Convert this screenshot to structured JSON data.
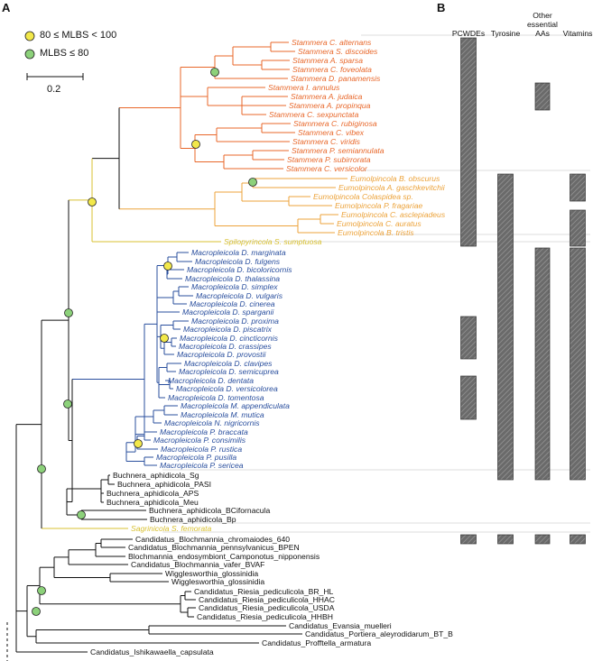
{
  "panels": {
    "a": "A",
    "b": "B"
  },
  "legend": {
    "yellow_label": "80 ≤ MLBS < 100",
    "green_label": "MLBS ≤ 80",
    "scale_label": "0.2"
  },
  "colors": {
    "stammera": "#e8672a",
    "eumolpincola": "#eca33b",
    "spilopyrincola": "#d8c030",
    "macropleicola": "#2a4f9e",
    "other": "#111111",
    "yellow_node": "#f2e84a",
    "green_node": "#8cd17a",
    "bar_fill": "#6a6a6a"
  },
  "columns": [
    {
      "label": "PCWDEs"
    },
    {
      "label": "Tyrosine"
    },
    {
      "label": "Other\nessential\nAAs"
    },
    {
      "label": "Vitamins"
    }
  ],
  "taxa": [
    {
      "label": "Stammera C. alternans",
      "group": "stammera"
    },
    {
      "label": "Stammera S. discoides",
      "group": "stammera"
    },
    {
      "label": "Stammera A. sparsa",
      "group": "stammera"
    },
    {
      "label": "Stammera C. foveolata",
      "group": "stammera"
    },
    {
      "label": "Stammera D. panamensis",
      "group": "stammera"
    },
    {
      "label": "Stammera I. annulus",
      "group": "stammera"
    },
    {
      "label": "Stammera A. judaica",
      "group": "stammera"
    },
    {
      "label": "Stammera A. propinqua",
      "group": "stammera"
    },
    {
      "label": "Stammera C. sexpunctata",
      "group": "stammera"
    },
    {
      "label": "Stammera C. rubiginosa",
      "group": "stammera"
    },
    {
      "label": "Stammera C. vibex",
      "group": "stammera"
    },
    {
      "label": "Stammera C. viridis",
      "group": "stammera"
    },
    {
      "label": "Stammera P. semiannulata",
      "group": "stammera"
    },
    {
      "label": "Stammera P. subirrorata",
      "group": "stammera"
    },
    {
      "label": "Stammera C. versicolor",
      "group": "stammera"
    },
    {
      "label": "Eumolpincola B. obscurus",
      "group": "eumolpincola"
    },
    {
      "label": "Eumolpincola A. gaschkevitchii",
      "group": "eumolpincola"
    },
    {
      "label": "Eumolpincola Colaspidea sp.",
      "group": "eumolpincola"
    },
    {
      "label": "Eumolpincola P. fragariae",
      "group": "eumolpincola"
    },
    {
      "label": "Eumolpincola C. asclepiadeus",
      "group": "eumolpincola"
    },
    {
      "label": "Eumolpincola C. auratus",
      "group": "eumolpincola"
    },
    {
      "label": "Eumolpincola B. tristis",
      "group": "eumolpincola"
    },
    {
      "label": "Spilopyrincola S. sumptuosa",
      "group": "spilopyrincola"
    },
    {
      "label": "Macropleicola D. marginata",
      "group": "macropleicola"
    },
    {
      "label": "Macropleicola D. fulgens",
      "group": "macropleicola"
    },
    {
      "label": "Macropleicola D. bicoloricornis",
      "group": "macropleicola"
    },
    {
      "label": "Macropleicola D. thalassina",
      "group": "macropleicola"
    },
    {
      "label": "Macropleicola D. simplex",
      "group": "macropleicola"
    },
    {
      "label": "Macropleicola D. vulgaris",
      "group": "macropleicola"
    },
    {
      "label": "Macropleicola D. cinerea",
      "group": "macropleicola"
    },
    {
      "label": "Macropleicola D. sparganii",
      "group": "macropleicola"
    },
    {
      "label": "Macropleicola D. proxima",
      "group": "macropleicola"
    },
    {
      "label": "Macropleicola D. piscatrix",
      "group": "macropleicola"
    },
    {
      "label": "Macropleicola D. cincticornis",
      "group": "macropleicola"
    },
    {
      "label": "Macropleicola D. crassipes",
      "group": "macropleicola"
    },
    {
      "label": "Macropleicola D. provostii",
      "group": "macropleicola"
    },
    {
      "label": "Macropleicola D. clavipes",
      "group": "macropleicola"
    },
    {
      "label": "Macropleicola D. semicuprea",
      "group": "macropleicola"
    },
    {
      "label": "Macropleicola D. dentata",
      "group": "macropleicola"
    },
    {
      "label": "Macropleicola D. versicolorea",
      "group": "macropleicola"
    },
    {
      "label": "Macropleicola D. tomentosa",
      "group": "macropleicola"
    },
    {
      "label": "Macropleicola M. appendiculata",
      "group": "macropleicola"
    },
    {
      "label": "Macropleicola M. mutica",
      "group": "macropleicola"
    },
    {
      "label": "Macropleicola N. nigricornis",
      "group": "macropleicola"
    },
    {
      "label": "Macropleicola P. braccata",
      "group": "macropleicola"
    },
    {
      "label": "Macropleicola P. consimilis",
      "group": "macropleicola"
    },
    {
      "label": "Macropleicola P. rustica",
      "group": "macropleicola"
    },
    {
      "label": "Macropleicola P. pusilla",
      "group": "macropleicola"
    },
    {
      "label": "Macropleicola P. sericea",
      "group": "macropleicola"
    },
    {
      "label": "Buchnera_aphidicola_Sg",
      "group": "other"
    },
    {
      "label": "Buchnera_aphidicola_PASI",
      "group": "other"
    },
    {
      "label": "Buchnera_aphidicola_APS",
      "group": "other"
    },
    {
      "label": "Buchnera_aphidicola_Meu",
      "group": "other"
    },
    {
      "label": "Buchnera_aphidicola_BCifornacula",
      "group": "other"
    },
    {
      "label": "Buchnera_aphidicola_Bp",
      "group": "other"
    },
    {
      "label": "Sagrinicola S. femorata",
      "group": "spilopyrincola"
    },
    {
      "label": "Candidatus_Blochmannia_chromaiodes_640",
      "group": "other"
    },
    {
      "label": "Candidatus_Blochmannia_pennsylvanicus_BPEN",
      "group": "other"
    },
    {
      "label": "Blochmannia_endosymbiont_Camponotus_nipponensis",
      "group": "other"
    },
    {
      "label": "Candidatus_Blochmannia_vafer_BVAF",
      "group": "other"
    },
    {
      "label": "Wigglesworthia_glossinidia",
      "group": "other"
    },
    {
      "label": "Wigglesworthia_glossinidia",
      "group": "other"
    },
    {
      "label": "Candidatus_Riesia_pediculicola_BR_HL",
      "group": "other"
    },
    {
      "label": "Candidatus_Riesia_pediculicola_HHAC",
      "group": "other"
    },
    {
      "label": "Candidatus_Riesia_pediculicola_USDA",
      "group": "other"
    },
    {
      "label": "Candidatus_Riesia_pediculicola_HHBH",
      "group": "other"
    },
    {
      "label": "Candidatus_Evansia_muelleri",
      "group": "other"
    },
    {
      "label": "Candidatus_Portiera_aleyrodidarum_BT_B",
      "group": "other"
    },
    {
      "label": "Candidatus_Profftella_armatura",
      "group": "other"
    },
    {
      "label": "Candidatus_Ishikawaella_capsulata",
      "group": "other"
    }
  ],
  "presence": {
    "PCWDEs": [
      [
        0,
        22
      ],
      [
        31,
        35
      ],
      [
        38,
        42
      ],
      [
        56,
        56
      ]
    ],
    "Tyrosine": [
      [
        15,
        49
      ],
      [
        56,
        56
      ]
    ],
    "Other essential AAs": [
      [
        5,
        7
      ],
      [
        23,
        49
      ],
      [
        56,
        56
      ]
    ],
    "Vitamins": [
      [
        15,
        17
      ],
      [
        19,
        22
      ],
      [
        23,
        49
      ],
      [
        56,
        56
      ]
    ]
  }
}
